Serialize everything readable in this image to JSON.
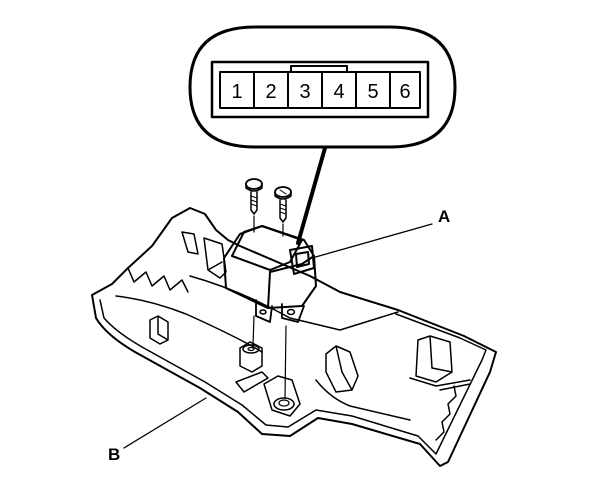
{
  "connector": {
    "pins": [
      "1",
      "2",
      "3",
      "4",
      "5",
      "6"
    ]
  },
  "callouts": {
    "a": "A",
    "b": "B"
  },
  "colors": {
    "line": "#000000",
    "background": "#ffffff"
  }
}
